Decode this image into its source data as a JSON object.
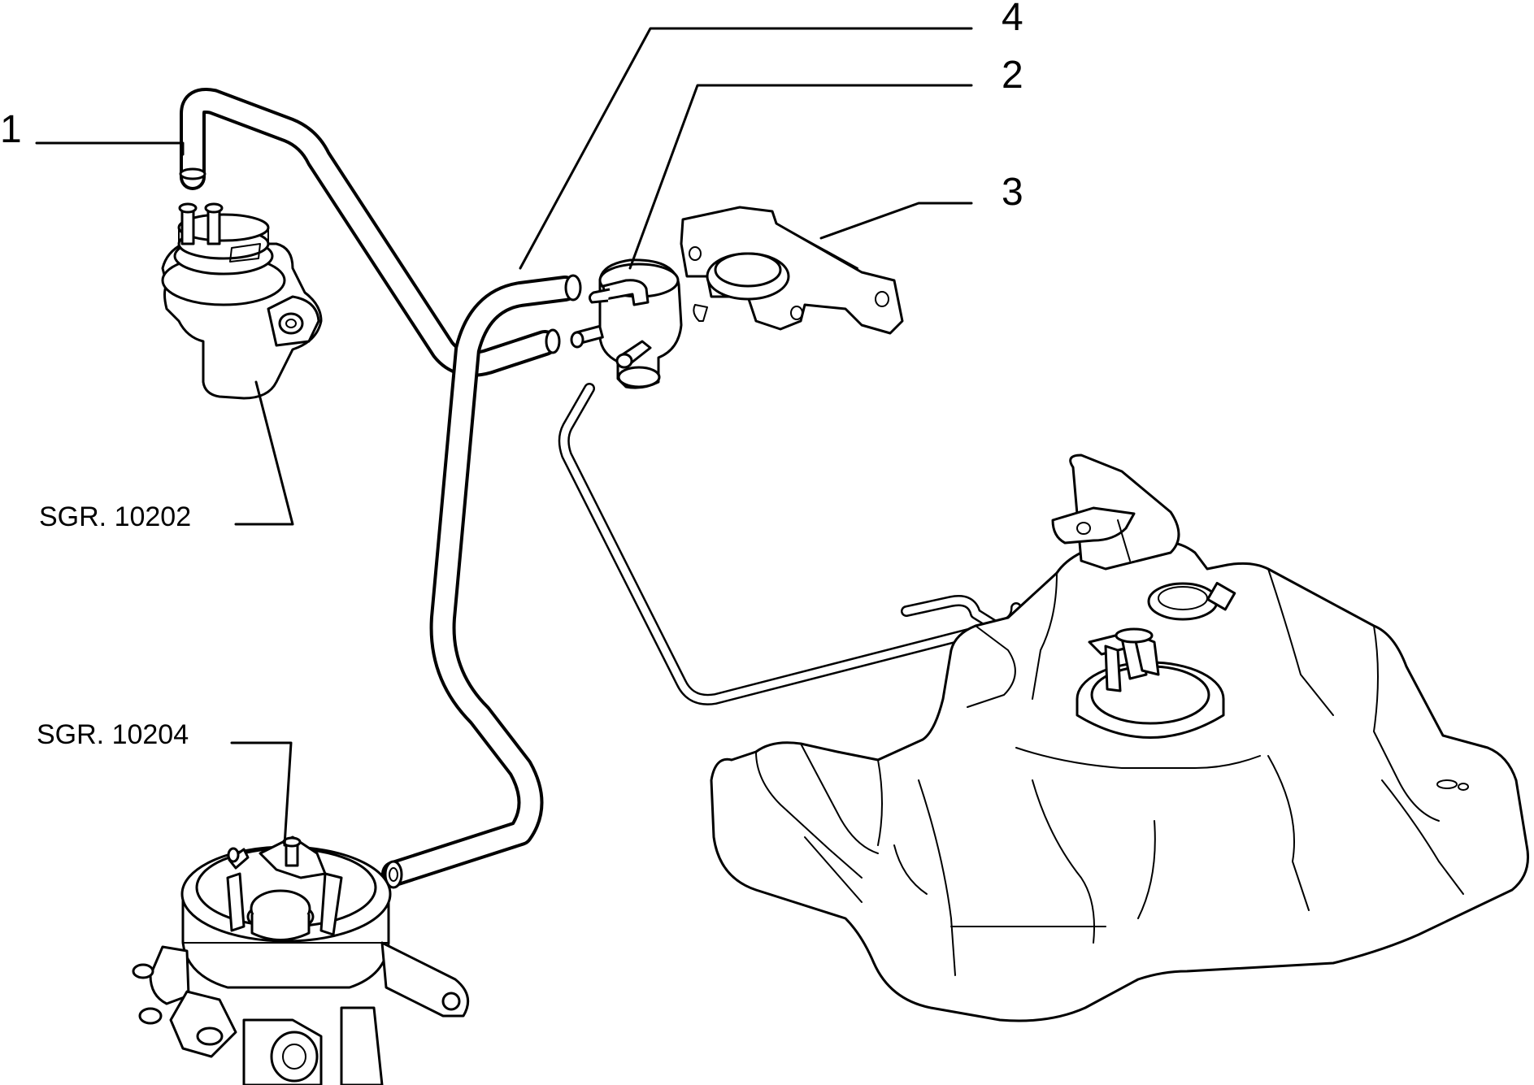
{
  "callouts": [
    {
      "id": "1",
      "text": "1"
    },
    {
      "id": "2",
      "text": "2"
    },
    {
      "id": "3",
      "text": "3"
    },
    {
      "id": "4",
      "text": "4"
    }
  ],
  "references": {
    "fuel_pump": "SGR. 10202",
    "throttle_body": "SGR. 10204"
  }
}
